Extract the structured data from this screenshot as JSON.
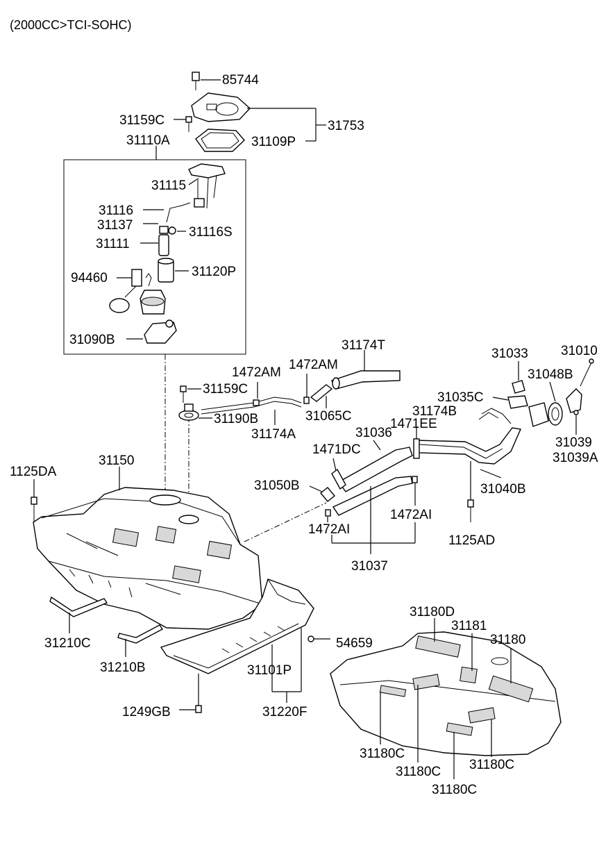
{
  "header": "(2000CC>TCI-SOHC)",
  "parts": {
    "p85744": "85744",
    "p31159C_top": "31159C",
    "p31110A": "31110A",
    "p31753": "31753",
    "p31109P": "31109P",
    "p31115": "31115",
    "p31116": "31116",
    "p31137": "31137",
    "p31116S": "31116S",
    "p31111": "31111",
    "p31120P": "31120P",
    "p94460": "94460",
    "p31090B": "31090B",
    "p31174T": "31174T",
    "p1472AM_a": "1472AM",
    "p1472AM_b": "1472AM",
    "p31159C_mid": "31159C",
    "p31190B": "31190B",
    "p31174A": "31174A",
    "p31065C": "31065C",
    "p31033": "31033",
    "p31010": "31010",
    "p31048B": "31048B",
    "p31035C": "31035C",
    "p31174B": "31174B",
    "p1471EE": "1471EE",
    "p31036": "31036",
    "p31039": "31039",
    "p31039A": "31039A",
    "p1471DC": "1471DC",
    "p31150": "31150",
    "p1125DA": "1125DA",
    "p31050B": "31050B",
    "p31040B": "31040B",
    "p1472AI_r": "1472AI",
    "p1472AI_l": "1472AI",
    "p1125AD": "1125AD",
    "p31037": "31037",
    "p31180D": "31180D",
    "p31181": "31181",
    "p31180": "31180",
    "p54659": "54659",
    "p31210C": "31210C",
    "p31210B": "31210B",
    "p31101P": "31101P",
    "p1249GB": "1249GB",
    "p31220F": "31220F",
    "p31180C_1": "31180C",
    "p31180C_2": "31180C",
    "p31180C_3": "31180C",
    "p31180C_4": "31180C"
  }
}
